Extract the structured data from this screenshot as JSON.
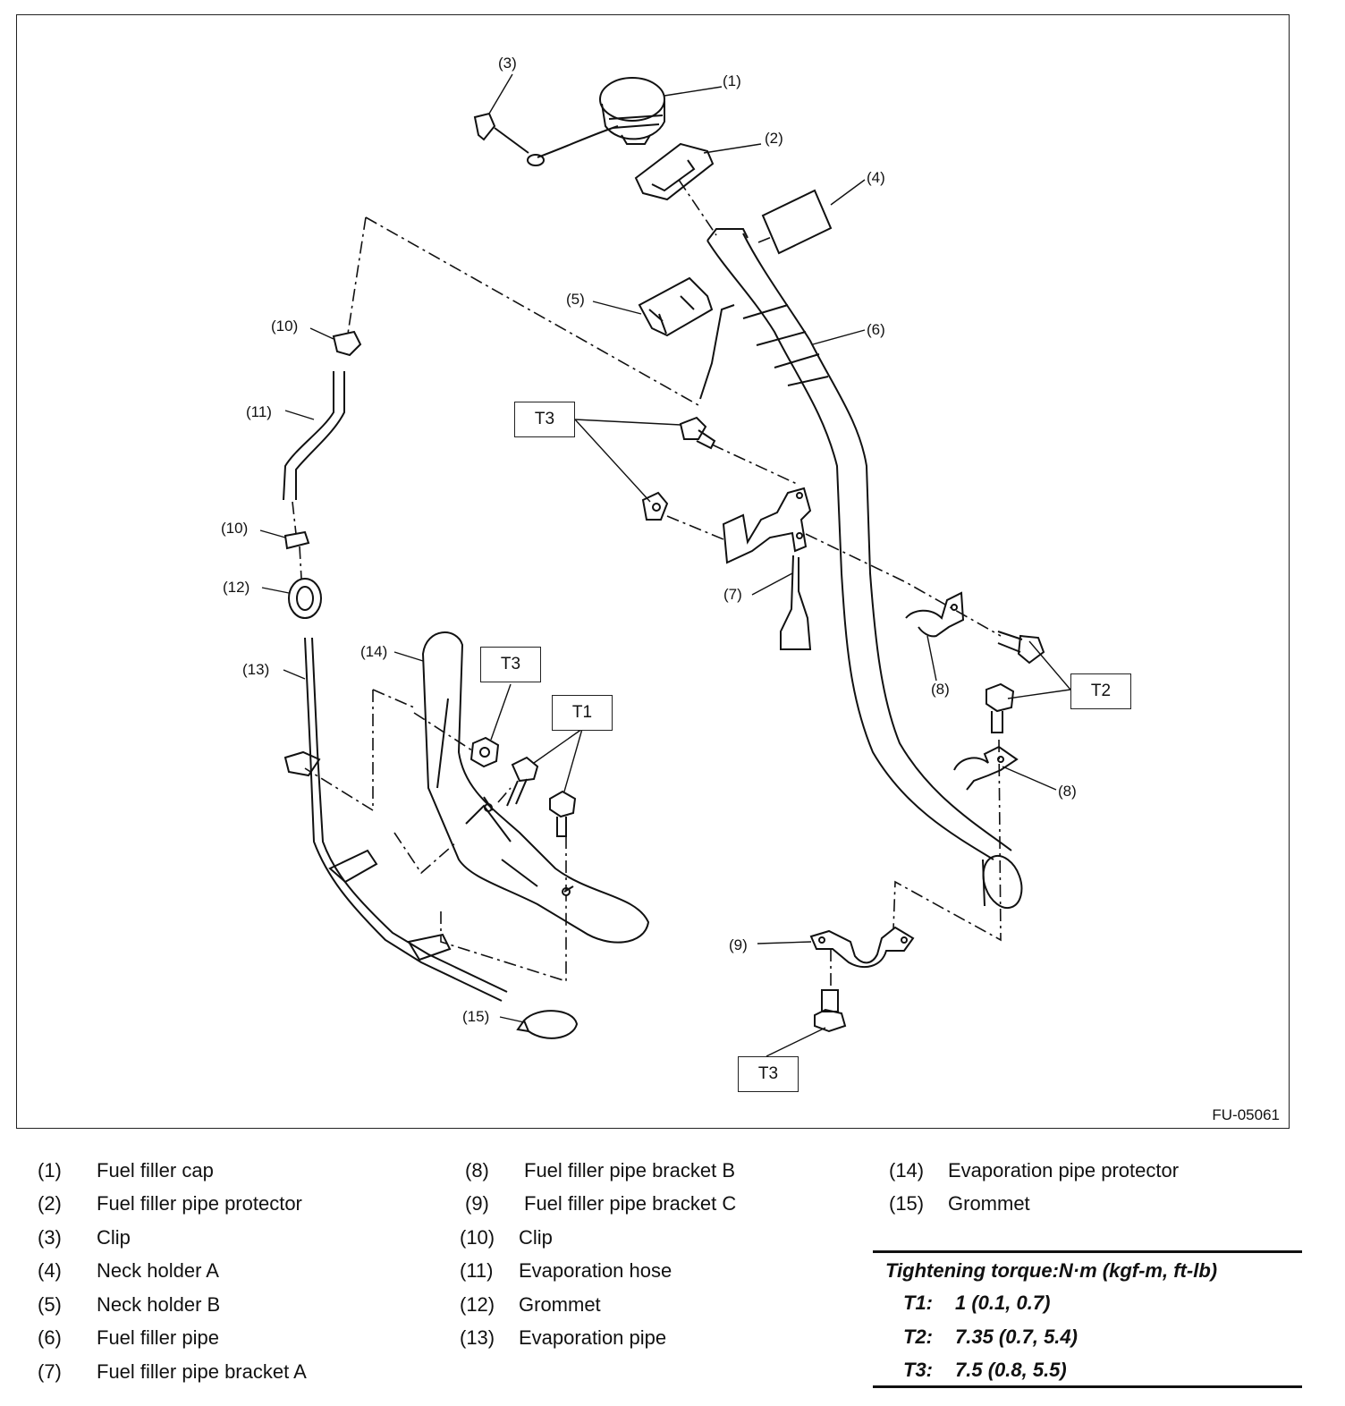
{
  "figure": {
    "id": "FU-05061",
    "callouts": {
      "c1": "(1)",
      "c2": "(2)",
      "c3": "(3)",
      "c4": "(4)",
      "c5": "(5)",
      "c6": "(6)",
      "c7": "(7)",
      "c8a": "(8)",
      "c8b": "(8)",
      "c9": "(9)",
      "c10a": "(10)",
      "c10b": "(10)",
      "c11": "(11)",
      "c12": "(12)",
      "c13": "(13)",
      "c14": "(14)",
      "c15": "(15)"
    },
    "torque_boxes": {
      "t3_top": "T3",
      "t3_mid": "T3",
      "t3_bottom": "T3",
      "t1": "T1",
      "t2": "T2"
    }
  },
  "legend": [
    {
      "num": "(1)",
      "name": "Fuel filler cap"
    },
    {
      "num": "(2)",
      "name": "Fuel filler pipe protector"
    },
    {
      "num": "(3)",
      "name": "Clip"
    },
    {
      "num": "(4)",
      "name": "Neck holder A"
    },
    {
      "num": "(5)",
      "name": "Neck holder B"
    },
    {
      "num": "(6)",
      "name": "Fuel filler pipe"
    },
    {
      "num": "(7)",
      "name": "Fuel filler pipe bracket A"
    },
    {
      "num": "(8)",
      "name": "Fuel filler pipe bracket B"
    },
    {
      "num": "(9)",
      "name": "Fuel filler pipe bracket C"
    },
    {
      "num": "(10)",
      "name": "Clip"
    },
    {
      "num": "(11)",
      "name": "Evaporation hose"
    },
    {
      "num": "(12)",
      "name": "Grommet"
    },
    {
      "num": "(13)",
      "name": "Evaporation pipe"
    },
    {
      "num": "(14)",
      "name": "Evaporation pipe protector"
    },
    {
      "num": "(15)",
      "name": "Grommet"
    }
  ],
  "torque": {
    "title": "Tightening torque:N·m (kgf-m, ft-lb)",
    "rows": [
      {
        "key": "T1:",
        "value": "1 (0.1, 0.7)"
      },
      {
        "key": "T2:",
        "value": "7.35 (0.7, 5.4)"
      },
      {
        "key": "T3:",
        "value": "7.5 (0.8, 5.5)"
      }
    ]
  }
}
